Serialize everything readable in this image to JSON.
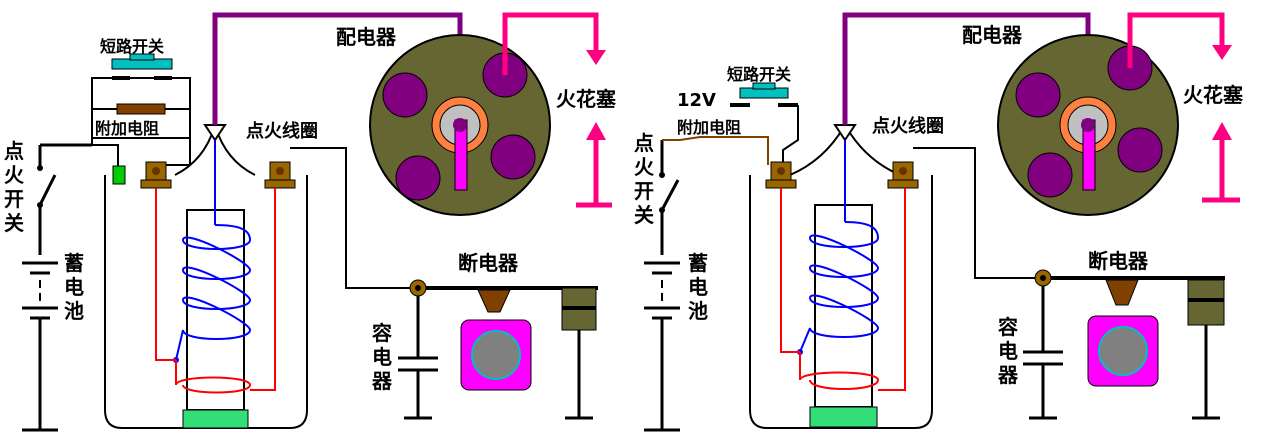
{
  "left": {
    "short_switch": "短路开关",
    "extra_resistor": "附加电阻",
    "ignition_switch_chars": [
      "点",
      "火",
      "开",
      "关"
    ],
    "battery_chars": [
      "蓄",
      "电",
      "池"
    ],
    "ignition_coil": "点火线圈",
    "distributor": "配电器",
    "spark_plug": "火花塞",
    "breaker": "断电器",
    "capacitor_chars": [
      "容",
      "电",
      "器"
    ]
  },
  "right": {
    "short_switch": "短路开关",
    "voltage": "12V",
    "extra_resistor": "附加电阻",
    "ignition_switch_chars": [
      "点",
      "火",
      "开",
      "关"
    ],
    "battery_chars": [
      "蓄",
      "电",
      "池"
    ],
    "ignition_coil": "点火线圈",
    "distributor": "配电器",
    "spark_plug": "火花塞",
    "breaker": "断电器",
    "capacitor_chars": [
      "容",
      "电",
      "器"
    ]
  },
  "colors": {
    "high_voltage_wire": "#800080",
    "spark_plug_wire": "#ff0080",
    "primary_coil": "#ff0000",
    "secondary_coil": "#0000ff",
    "distributor_body": "#666633",
    "distributor_contact": "#800080",
    "rotor_ring": "#ff8040",
    "resistor": "#804000",
    "switch_button": "#00c0c0",
    "coil_base": "#33dd77",
    "breaker_cam": "#ff00ff",
    "capacitor": "#000000"
  }
}
